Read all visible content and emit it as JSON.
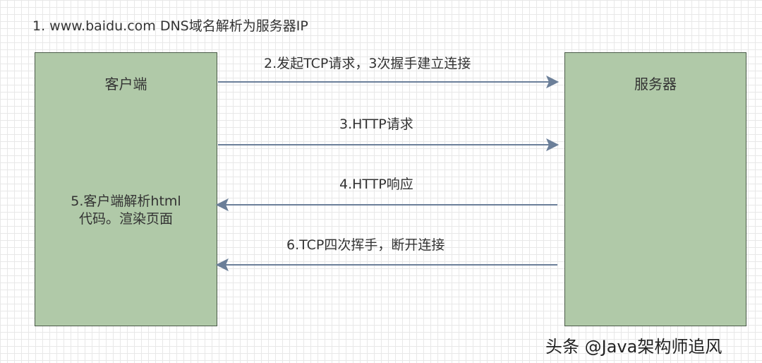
{
  "step1": "1. www.baidu.com DNS域名解析为服务器IP",
  "client": {
    "title": "客户端",
    "note_line1": "5.客户端解析html",
    "note_line2": "代码。渲染页面"
  },
  "server": {
    "title": "服务器"
  },
  "arrows": [
    {
      "label": "2.发起TCP请求，3次握手建立连接",
      "direction": "right"
    },
    {
      "label": "3.HTTP请求",
      "direction": "right"
    },
    {
      "label": "4.HTTP响应",
      "direction": "left"
    },
    {
      "label": "6.TCP四次挥手，断开连接",
      "direction": "left"
    }
  ],
  "watermark": "头条 @Java架构师追风",
  "colors": {
    "box_fill": "#b0c9a8",
    "box_border": "#4a5a48",
    "arrow": "#6b7f99"
  }
}
